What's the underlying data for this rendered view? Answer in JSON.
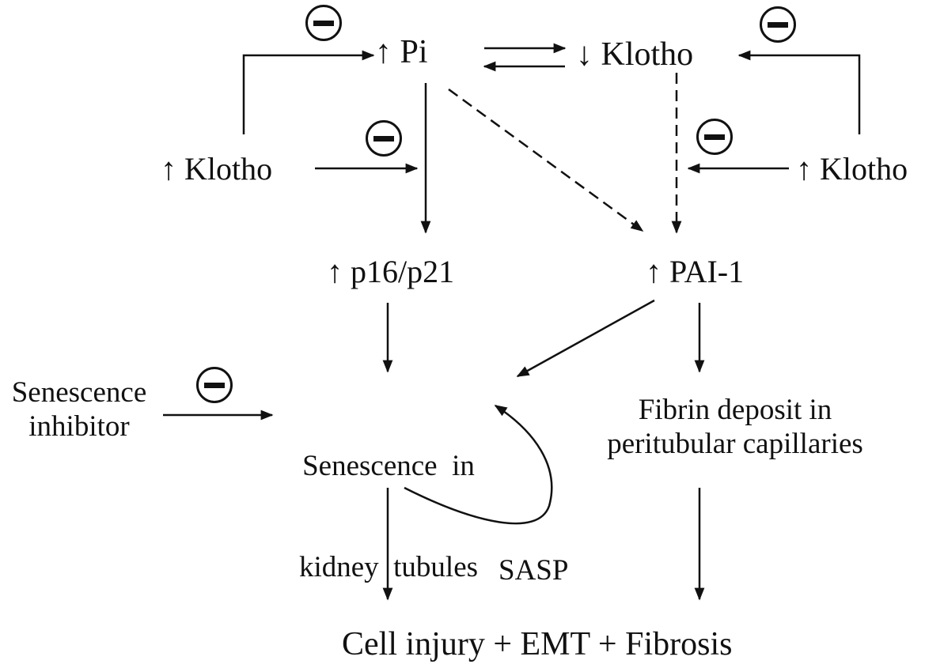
{
  "nodes": {
    "pi_up": {
      "arrow": "↑",
      "label": "Pi"
    },
    "klotho_down": {
      "arrow": "↓",
      "label": "Klotho"
    },
    "klotho_up_left": {
      "arrow": "↑",
      "label": "Klotho"
    },
    "klotho_up_right": {
      "arrow": "↑",
      "label": "Klotho"
    },
    "p16p21": {
      "arrow": "↑",
      "label": "p16/p21"
    },
    "pai1": {
      "arrow": "↑",
      "label": "PAI-1"
    },
    "senescence_inhibitor": {
      "line1": "Senescence",
      "line2": "inhibitor"
    },
    "senescence_tubules": {
      "line1": "Senescence  in",
      "line2": "kidney  tubules"
    },
    "fibrin": {
      "line1": "Fibrin deposit in",
      "line2": "peritubular capillaries"
    },
    "sasp": {
      "label": "SASP"
    },
    "outcome": {
      "label": "Cell injury + EMT + Fibrosis"
    }
  },
  "inhibition_symbol": "minus-circle-icon",
  "colors": {
    "stroke": "#111111",
    "background": "#ffffff"
  }
}
